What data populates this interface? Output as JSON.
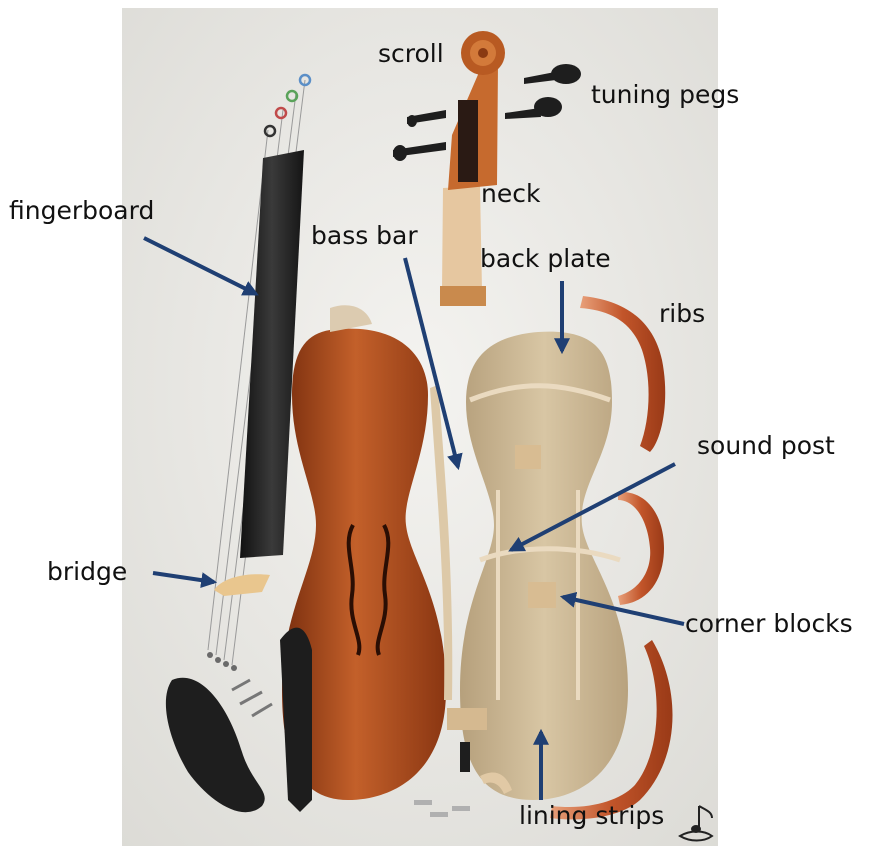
{
  "labels": {
    "scroll": "scroll",
    "tuning_pegs": "tuning pegs",
    "neck": "neck",
    "fingerboard": "fingerboard",
    "bass_bar": "bass bar",
    "back_plate": "back plate",
    "ribs": "ribs",
    "sound_post": "sound post",
    "bridge": "bridge",
    "corner_blocks": "corner blocks",
    "lining_strips": "lining strips"
  },
  "colors": {
    "background": "#ffffff",
    "photo_background": "#e9e8e4",
    "arrow": "#1f3f73",
    "varnish": "#b24e1c",
    "spruce": "#cdb896",
    "maple_neck": "#e7c8a0",
    "ebony": "#1e1e1e"
  }
}
